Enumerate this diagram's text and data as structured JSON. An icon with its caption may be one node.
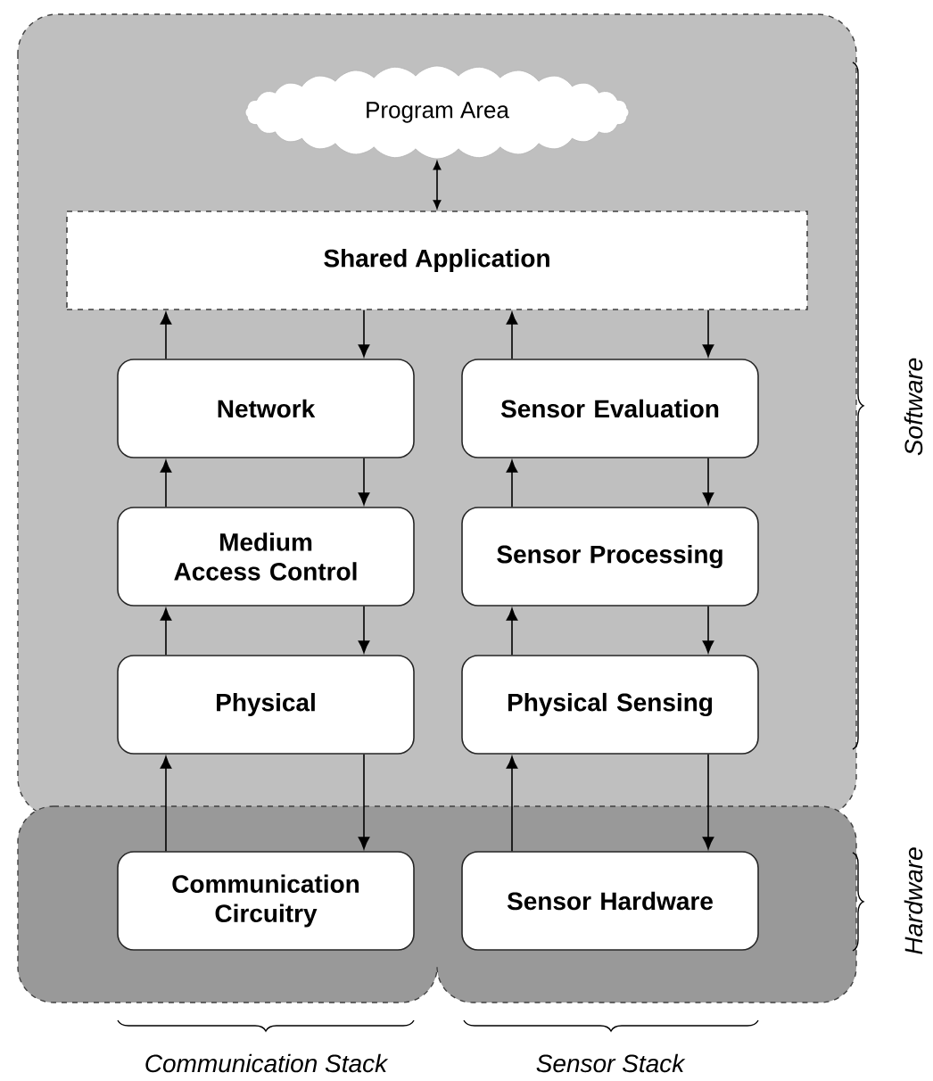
{
  "diagram": {
    "nodes": [
      {
        "text": [
          "Program Area"
        ]
      },
      {
        "text": [
          "Shared Application"
        ]
      },
      {
        "text": [
          "Network"
        ]
      },
      {
        "text": [
          "Sensor Evaluation"
        ]
      },
      {
        "text": [
          "Medium Access Control"
        ]
      },
      {
        "text": [
          "Sensor Processing"
        ]
      },
      {
        "text": [
          "Physical"
        ]
      },
      {
        "text": [
          "Physical Sensing"
        ]
      },
      {
        "text": [
          "Communication Circuitry"
        ]
      },
      {
        "text": [
          "Sensor Hardware"
        ]
      }
    ],
    "edges": [
      {
        "from": 0,
        "to": 1,
        "arrow": "both"
      },
      {
        "from": 2,
        "to": 1,
        "arrow": "to"
      },
      {
        "from": 1,
        "to": 2,
        "arrow": "to"
      },
      {
        "from": 3,
        "to": 1,
        "arrow": "to"
      },
      {
        "from": 1,
        "to": 3,
        "arrow": "to"
      },
      {
        "from": 4,
        "to": 2,
        "arrow": "to"
      },
      {
        "from": 2,
        "to": 4,
        "arrow": "to"
      },
      {
        "from": 5,
        "to": 3,
        "arrow": "to"
      },
      {
        "from": 3,
        "to": 5,
        "arrow": "to"
      },
      {
        "from": 6,
        "to": 4,
        "arrow": "to"
      },
      {
        "from": 4,
        "to": 6,
        "arrow": "to"
      },
      {
        "from": 7,
        "to": 5,
        "arrow": "to"
      },
      {
        "from": 5,
        "to": 7,
        "arrow": "to"
      },
      {
        "from": 8,
        "to": 6,
        "arrow": "to"
      },
      {
        "from": 6,
        "to": 8,
        "arrow": "to"
      },
      {
        "from": 9,
        "to": 7,
        "arrow": "to"
      },
      {
        "from": 7,
        "to": 9,
        "arrow": "to"
      }
    ],
    "labels": [
      "Software",
      "Hardware",
      "Communication Stack",
      "Sensor Stack"
    ]
  }
}
